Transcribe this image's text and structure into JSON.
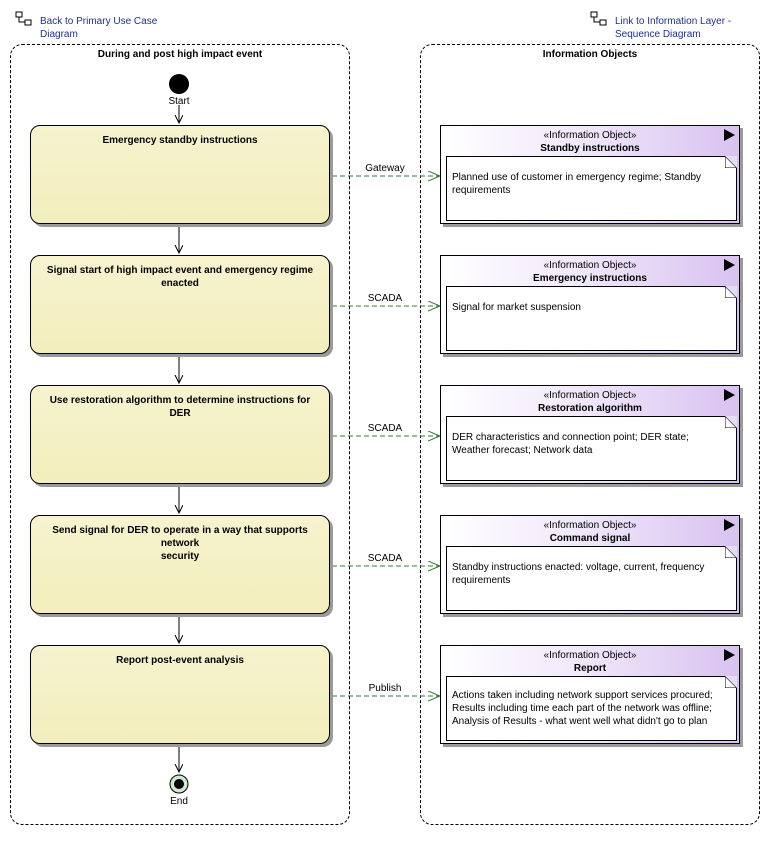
{
  "links": {
    "back": {
      "line1": "Back to Primary Use Case",
      "line2": "Diagram"
    },
    "info": {
      "line1": "Link to Information Layer -",
      "line2": "Sequence Diagram"
    }
  },
  "partitions": {
    "left": "During and post high impact event",
    "right": "Information Objects"
  },
  "nodes": {
    "start": "Start",
    "end": "End"
  },
  "actions": [
    {
      "line1": "Emergency standby instructions",
      "line2": ""
    },
    {
      "line1": "Signal start of high impact event and emergency regime",
      "line2": "enacted"
    },
    {
      "line1": "Use restoration algorithm to determine instructions for DER",
      "line2": ""
    },
    {
      "line1": "Send signal for DER to operate in a way that supports network",
      "line2": "security"
    },
    {
      "line1": "Report post-event analysis",
      "line2": ""
    }
  ],
  "flows": [
    "Gateway",
    "SCADA",
    "SCADA",
    "SCADA",
    "Publish"
  ],
  "objects": [
    {
      "stereotype": "«Information Object»",
      "name": "Standby instructions",
      "notes": [
        "Planned use of customer in emergency regime; Standby",
        "requirements"
      ]
    },
    {
      "stereotype": "«Information Object»",
      "name": "Emergency instructions",
      "notes": [
        "Signal for market suspension"
      ]
    },
    {
      "stereotype": "«Information Object»",
      "name": "Restoration algorithm",
      "notes": [
        "DER characteristics and connection point; DER state;",
        "Weather forecast; Network data"
      ]
    },
    {
      "stereotype": "«Information Object»",
      "name": "Command signal",
      "notes": [
        "Standby instructions enacted: voltage, current, frequency",
        "requirements"
      ]
    },
    {
      "stereotype": "«Information Object»",
      "name": "Report",
      "notes": [
        "Actions taken including network support services procured;",
        "Results including time each part of the network was offline;",
        "Analysis of Results - what went well what didn't go to plan"
      ]
    }
  ],
  "colors": {
    "action_fill": "#f3eebc",
    "object_fill": "#d8c2f0",
    "flow_line": "#2e7d32",
    "link_text": "#1f2f8f"
  }
}
